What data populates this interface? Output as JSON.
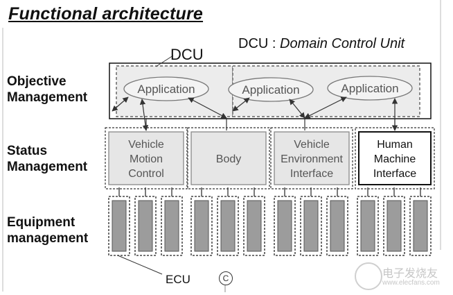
{
  "title": "Functional architecture",
  "legend": {
    "abbr": "DCU",
    "separator": " : ",
    "full": "Domain Control Unit"
  },
  "row_labels": {
    "objective": [
      "Objective",
      "Management"
    ],
    "status": [
      "Status",
      "Management"
    ],
    "equipment": [
      "Equipment",
      "management"
    ]
  },
  "dcu_label": "DCU",
  "ecu_label": "ECU",
  "applications": [
    "Application",
    "Application",
    "Application"
  ],
  "status_modules": [
    {
      "lines": [
        "Vehicle",
        "Motion",
        "Control"
      ],
      "style": "gray"
    },
    {
      "lines": [
        "Body"
      ],
      "style": "gray"
    },
    {
      "lines": [
        "Vehicle",
        "Environment",
        "Interface"
      ],
      "style": "gray"
    },
    {
      "lines": [
        "Human",
        "Machine",
        "Interface"
      ],
      "style": "dark"
    }
  ],
  "ecu_groups": [
    3,
    3,
    3,
    3
  ],
  "copyright_symbol": "C",
  "watermark": {
    "text": "电子发烧友",
    "url": "www.elecfans.com"
  },
  "colors": {
    "line": "#333333",
    "module_fill": "#e6e6e6",
    "ecu_fill": "#9c9c9c",
    "text_gray": "#555555"
  }
}
